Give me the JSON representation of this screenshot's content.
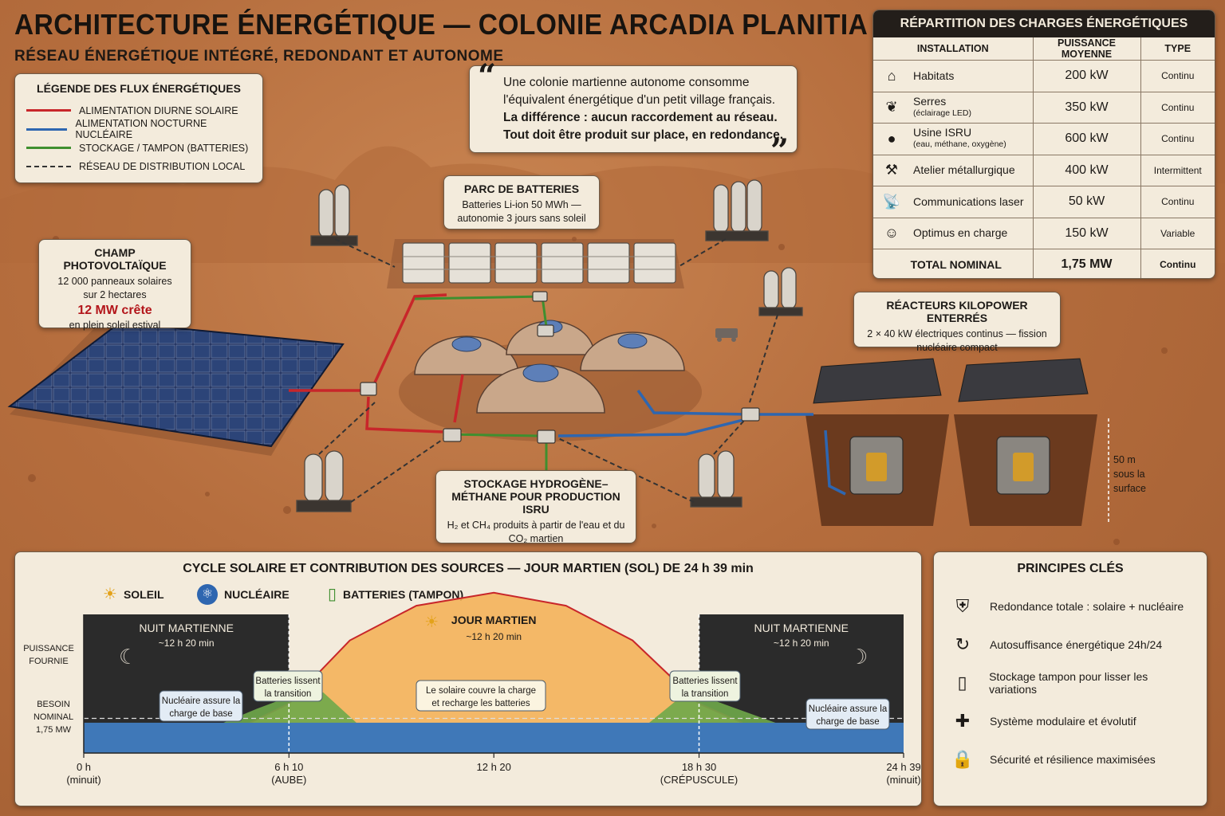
{
  "title": "ARCHITECTURE ÉNERGÉTIQUE — COLONIE ARCADIA PLANITIA",
  "subtitle": "RÉSEAU ÉNERGÉTIQUE INTÉGRÉ, REDONDANT ET AUTONOME",
  "colors": {
    "solar": "#c8262a",
    "nuclear": "#2e66b0",
    "storage": "#3f8f2f",
    "local": "#333333",
    "night": "#2b2b2b",
    "solar_fill": "#f4b35a",
    "nuclear_fill": "#3f78b8",
    "battery_fill": "#6fa84a"
  },
  "legend": {
    "title": "LÉGENDE DES FLUX ÉNERGÉTIQUES",
    "items": [
      {
        "label": "ALIMENTATION DIURNE SOLAIRE",
        "color": "#c8262a",
        "style": "solid"
      },
      {
        "label": "ALIMENTATION NOCTURNE NUCLÉAIRE",
        "color": "#2e66b0",
        "style": "solid"
      },
      {
        "label": "STOCKAGE / TAMPON (BATTERIES)",
        "color": "#3f8f2f",
        "style": "solid"
      },
      {
        "label": "RÉSEAU DE DISTRIBUTION LOCAL",
        "color": "#333333",
        "style": "dashed"
      }
    ]
  },
  "quote": {
    "line1": "Une colonie martienne autonome consomme l'équivalent énergétique d'un petit village français.",
    "line2": "La différence : aucun raccordement au réseau. Tout doit être produit sur place, en redondance."
  },
  "callouts": {
    "batteries": {
      "title": "PARC DE BATTERIES",
      "text": "Batteries Li-ion 50 MWh — autonomie 3 jours sans soleil"
    },
    "pv": {
      "title": "CHAMP PHOTOVOLTAÏQUE",
      "line1": "12 000 panneaux solaires",
      "line2": "sur 2 hectares",
      "peak": "12 MW crête",
      "line3": "en plein soleil estival"
    },
    "reactors": {
      "title": "RÉACTEURS KILOPOWER ENTERRÉS",
      "text": "2 × 40 kW électriques continus — fission nucléaire compact"
    },
    "hydrogen": {
      "title": "STOCKAGE HYDROGÈNE–MÉTHANE POUR PRODUCTION ISRU",
      "text": "H₂ et CH₄ produits à partir de l'eau et du CO₂ martien"
    },
    "depth": "50 m sous la surface"
  },
  "loads": {
    "title": "RÉPARTITION DES CHARGES ÉNERGÉTIQUES",
    "headers": [
      "INSTALLATION",
      "PUISSANCE MOYENNE",
      "TYPE"
    ],
    "rows": [
      {
        "name": "Habitats",
        "sub": "",
        "power": "200 kW",
        "type": "Continu",
        "icon": "dome-icon"
      },
      {
        "name": "Serres",
        "sub": "(éclairage LED)",
        "power": "350 kW",
        "type": "Continu",
        "icon": "leaf-icon"
      },
      {
        "name": "Usine ISRU",
        "sub": "(eau, méthane, oxygène)",
        "power": "600 kW",
        "type": "Continu",
        "icon": "drop-icon"
      },
      {
        "name": "Atelier métallurgique",
        "sub": "",
        "power": "400 kW",
        "type": "Intermittent",
        "icon": "anvil-icon"
      },
      {
        "name": "Communications laser",
        "sub": "",
        "power": "50 kW",
        "type": "Continu",
        "icon": "antenna-icon"
      },
      {
        "name": "Optimus en charge",
        "sub": "",
        "power": "150 kW",
        "type": "Variable",
        "icon": "robot-icon"
      }
    ],
    "total": {
      "name": "TOTAL NOMINAL",
      "power": "1,75 MW",
      "type": "Continu"
    }
  },
  "cycle": {
    "title": "CYCLE SOLAIRE ET CONTRIBUTION DES SOURCES — JOUR MARTIEN (SOL) DE 24 h 39 min",
    "sources": {
      "solar": "SOLEIL",
      "nuclear": "NUCLÉAIRE",
      "battery": "BATTERIES (TAMPON)"
    },
    "ylabel_top": "PUISSANCE FOURNIE",
    "ylabel_need": "BESOIN NOMINAL 1,75 MW",
    "night_left": {
      "title": "NUIT MARTIENNE",
      "duration": "~12 h 20 min"
    },
    "night_right": {
      "title": "NUIT MARTIENNE",
      "duration": "~12 h 20 min"
    },
    "day": {
      "title": "JOUR MARTIEN",
      "duration": "~12 h 20 min"
    },
    "notes": {
      "nuclear_left": "Nucléaire assure la charge de base",
      "battery_left": "Batteries lissent la transition",
      "solar": "Le solaire couvre la charge et recharge les batteries",
      "battery_right": "Batteries lissent la transition",
      "nuclear_right": "Nucléaire assure la charge de base"
    },
    "ticks": [
      {
        "t": 0,
        "label": "0 h",
        "sub": "(minuit)"
      },
      {
        "t": 6.17,
        "label": "6 h 10",
        "sub": "(AUBE)"
      },
      {
        "t": 12.33,
        "label": "12 h 20",
        "sub": ""
      },
      {
        "t": 18.5,
        "label": "18 h 30",
        "sub": "(CRÉPUSCULE)"
      },
      {
        "t": 24.65,
        "label": "24 h 39",
        "sub": "(minuit)"
      }
    ]
  },
  "chart_data": {
    "type": "area",
    "title": "CYCLE SOLAIRE ET CONTRIBUTION DES SOURCES — JOUR MARTIEN (SOL) DE 24 h 39 min",
    "xlabel": "",
    "ylabel": "PUISSANCE FOURNIE",
    "xlim": [
      0,
      24.65
    ],
    "series": [
      {
        "name": "NUCLÉAIRE",
        "x": [
          0,
          24.65
        ],
        "y": [
          0.35,
          0.35
        ]
      },
      {
        "name": "BATTERIES (TAMPON)",
        "x": [
          0,
          4.2,
          5.2,
          6.17,
          7.2,
          8.2,
          17.0,
          17.8,
          18.5,
          19.5,
          20.8,
          24.65
        ],
        "y": [
          0,
          0,
          0.16,
          0.3,
          0.35,
          0.0,
          0.0,
          0.25,
          0.32,
          0.18,
          0,
          0
        ]
      },
      {
        "name": "SOLEIL",
        "x": [
          5.0,
          6.17,
          8.0,
          10.0,
          12.33,
          14.5,
          16.5,
          18.5,
          19.8
        ],
        "y": [
          0,
          0.22,
          0.95,
          1.35,
          1.5,
          1.35,
          0.95,
          0.22,
          0
        ]
      }
    ],
    "reference": {
      "label": "BESOIN NOMINAL 1,75 MW",
      "y": 0.4
    }
  },
  "principles": {
    "title": "PRINCIPES CLÉS",
    "items": [
      {
        "text": "Redondance totale : solaire + nucléaire",
        "icon": "shield-icon"
      },
      {
        "text": "Autosuffisance énergétique 24h/24",
        "icon": "cycle-icon"
      },
      {
        "text": "Stockage tampon pour lisser les variations",
        "icon": "battery-icon"
      },
      {
        "text": "Système modulaire et évolutif",
        "icon": "puzzle-icon"
      },
      {
        "text": "Sécurité et résilience maximisées",
        "icon": "lock-icon"
      }
    ]
  }
}
